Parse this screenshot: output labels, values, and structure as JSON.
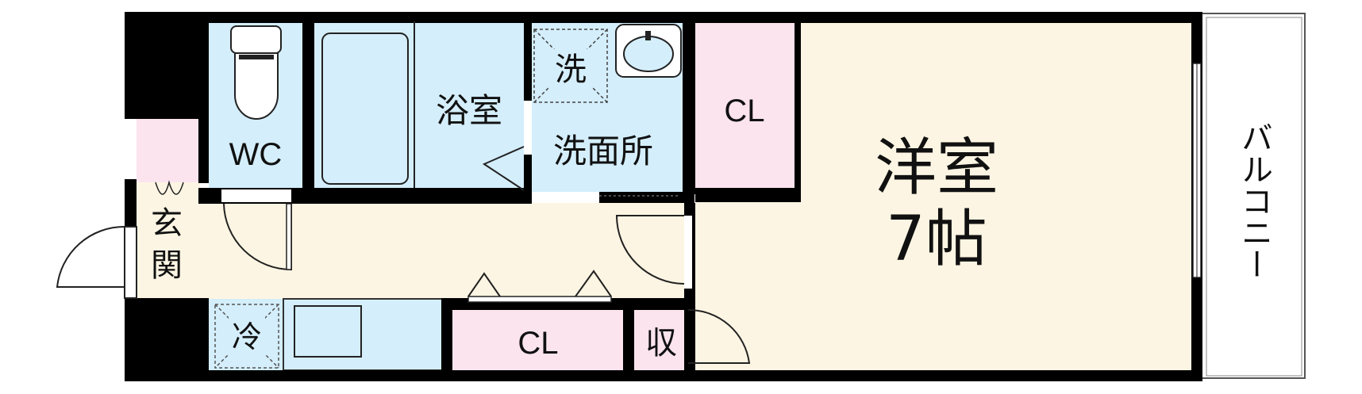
{
  "rooms": {
    "western_room": "洋室",
    "western_room_size": "7帖",
    "balcony": "バルコニー",
    "bathroom": "浴室",
    "washroom": "洗面所",
    "washing_machine": "洗",
    "toilet": "WC",
    "closet_upper": "CL",
    "closet_lower": "CL",
    "storage": "収",
    "fridge": "冷",
    "entrance_1": "玄",
    "entrance_2": "関"
  },
  "colors": {
    "wall": "#000000",
    "wet_area": "#d4eefb",
    "closet": "#fbe4ee",
    "floor": "#fdf5e3",
    "door_line": "#222222"
  }
}
